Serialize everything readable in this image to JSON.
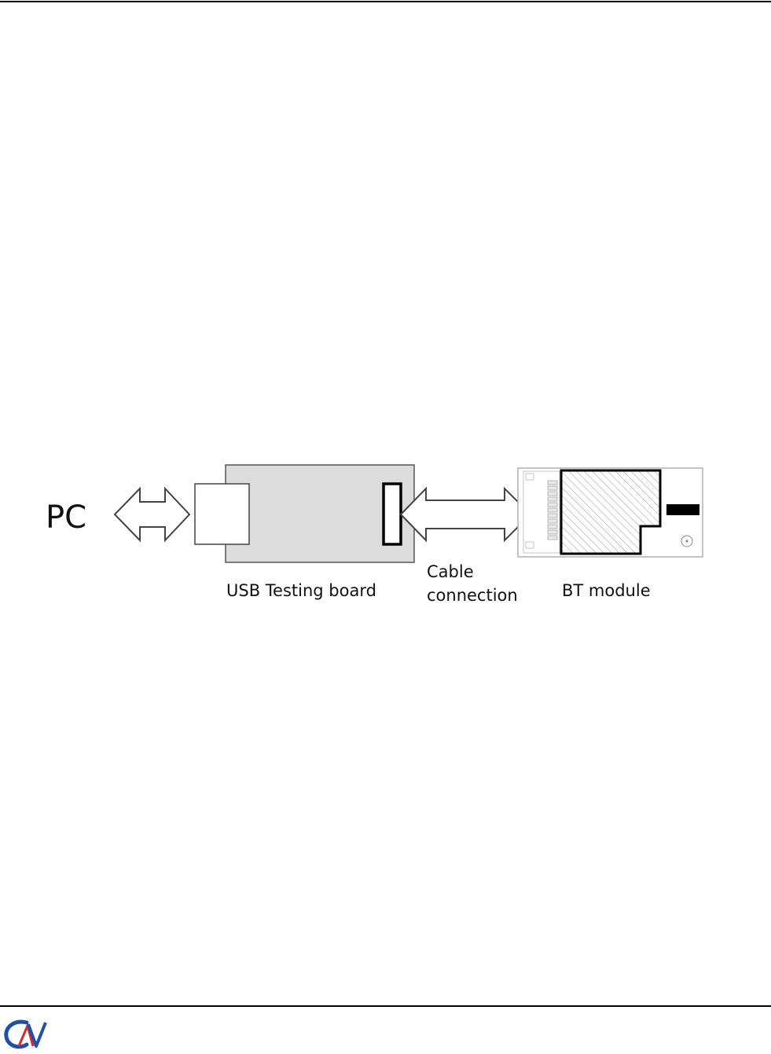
{
  "diagram": {
    "pc_label": "PC",
    "usb_board_label": "USB Testing board",
    "cable_label_line1": "Cable",
    "cable_label_line2": "connection",
    "bt_module_label": "BT module"
  },
  "colors": {
    "board_fill": "#dcdcdc",
    "module_border": "#b0b0b0",
    "logo_blue": "#1f4fa8",
    "logo_red": "#d22b2b"
  },
  "footer": {
    "logo_icon": "company-logo-icon"
  }
}
